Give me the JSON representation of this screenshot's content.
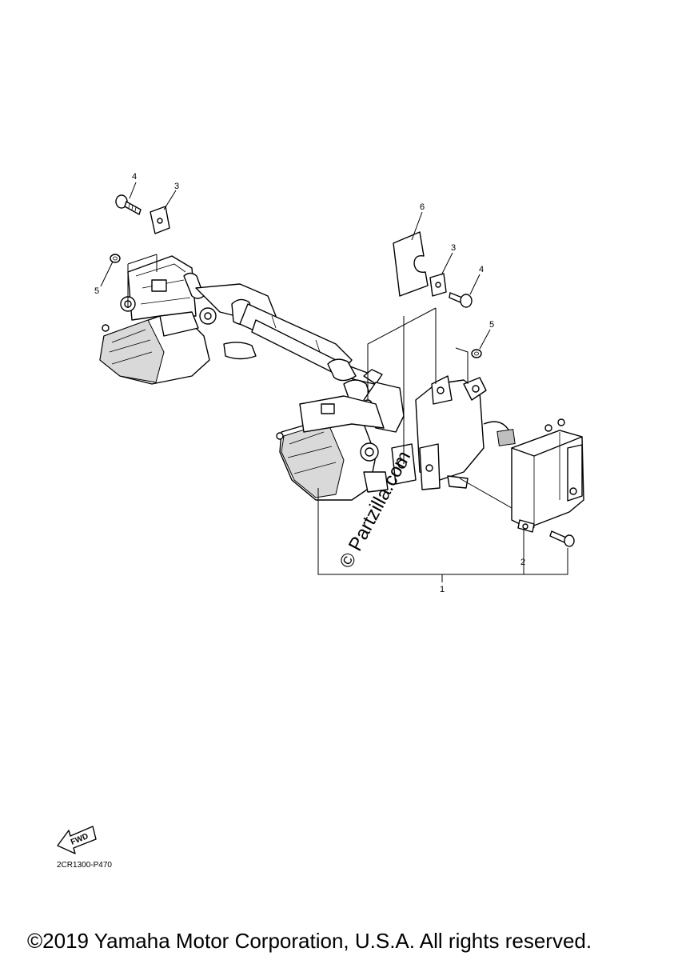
{
  "callouts": [
    "1",
    "2",
    "3",
    "3",
    "4",
    "4",
    "5",
    "5",
    "6"
  ],
  "watermark": "© Partzilla.com",
  "fwd_label": "FWD",
  "ref_code": "2CR1300-P470",
  "copyright": "©2019 Yamaha Motor Corporation, U.S.A. All rights reserved."
}
